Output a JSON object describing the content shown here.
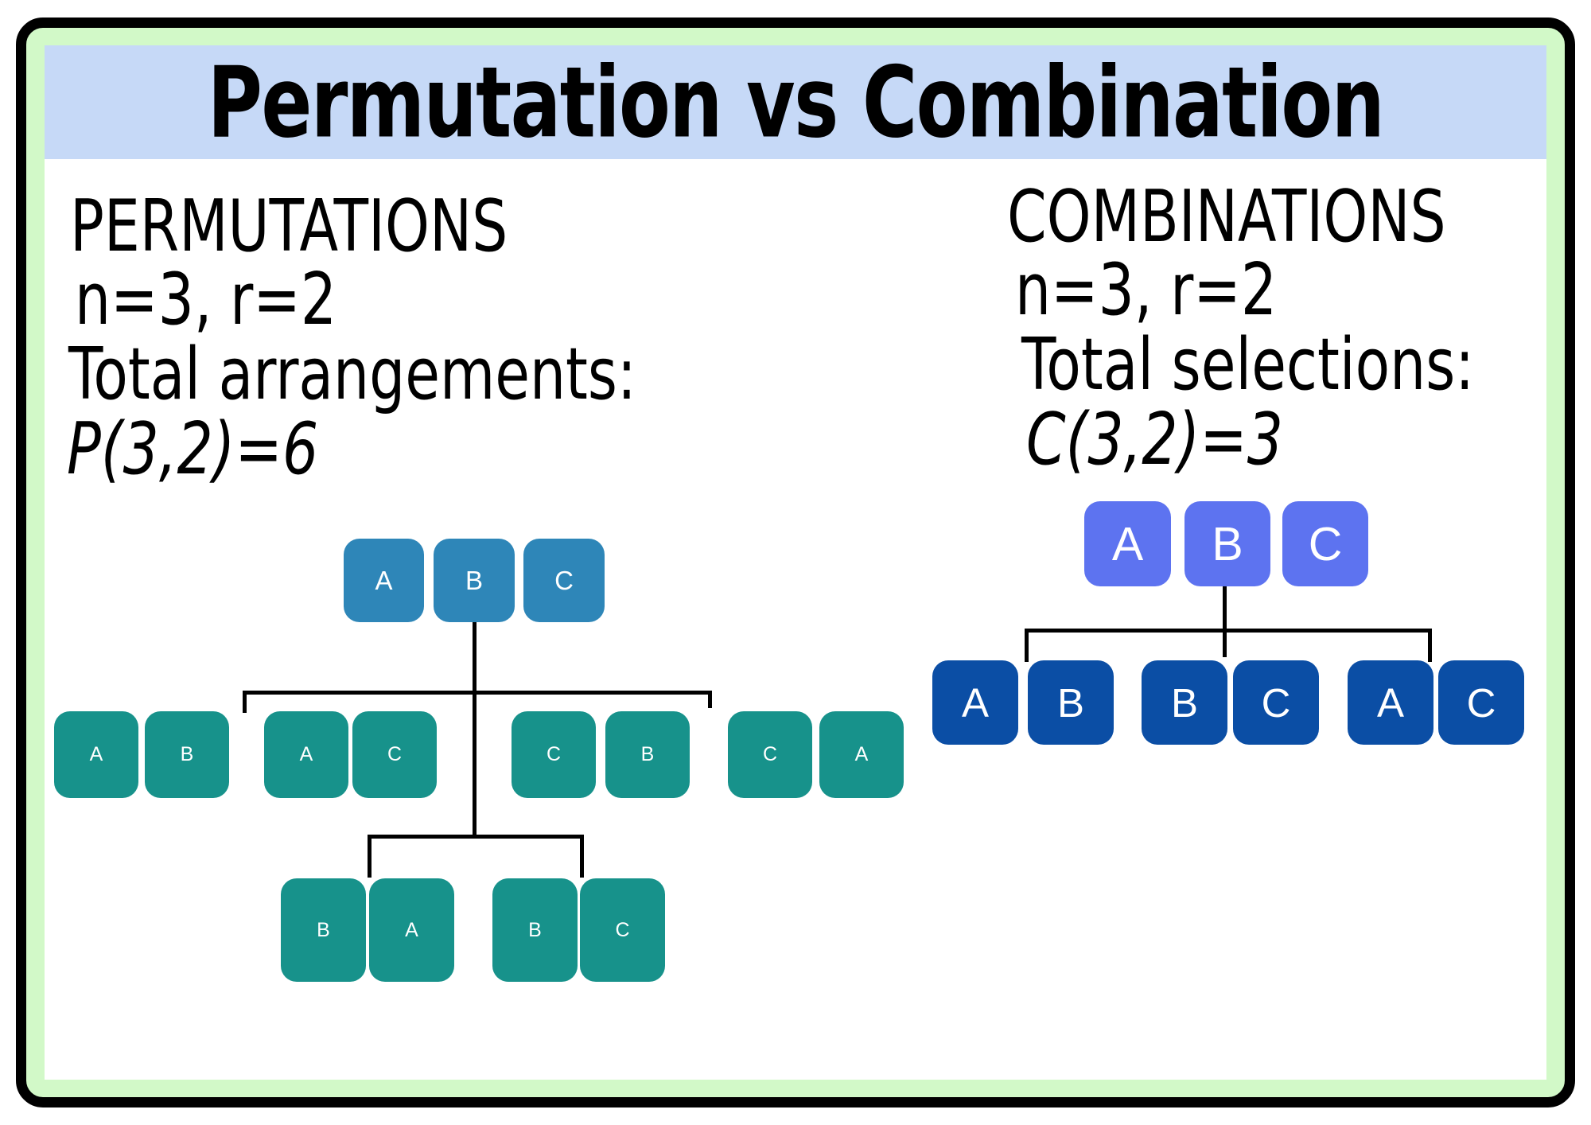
{
  "title": "Permutation vs Combination",
  "left_panel": {
    "heading": "PERMUTATIONS",
    "parameters": "n=3, r=2",
    "total_label": "Total arrangements:",
    "formula": "P(3,2)=6",
    "root_letters": [
      "A",
      "B",
      "C"
    ],
    "level1_pairs": [
      [
        "A",
        "B"
      ],
      [
        "A",
        "C"
      ],
      [
        "C",
        "B"
      ],
      [
        "C",
        "A"
      ]
    ],
    "level2_pairs": [
      [
        "B",
        "A"
      ],
      [
        "B",
        "C"
      ]
    ]
  },
  "right_panel": {
    "heading": "COMBINATIONS",
    "parameters": "n=3, r=2",
    "total_label": "Total selections:",
    "formula": "C(3,2)=3",
    "root_letters": [
      "A",
      "B",
      "C"
    ],
    "pairs": [
      [
        "A",
        "B"
      ],
      [
        "B",
        "C"
      ],
      [
        "A",
        "C"
      ]
    ]
  },
  "colors": {
    "frame-border": "#000000",
    "frame-green": "#d2f9c8",
    "banner-blue": "#c6d9f7",
    "permutation-root": "#2e86b8",
    "permutation-result": "#17928b",
    "combination-root": "#5d73f0",
    "combination-result": "#0b4ea5",
    "connector": "#000000",
    "text": "#000000",
    "letter": "#ffffff"
  }
}
